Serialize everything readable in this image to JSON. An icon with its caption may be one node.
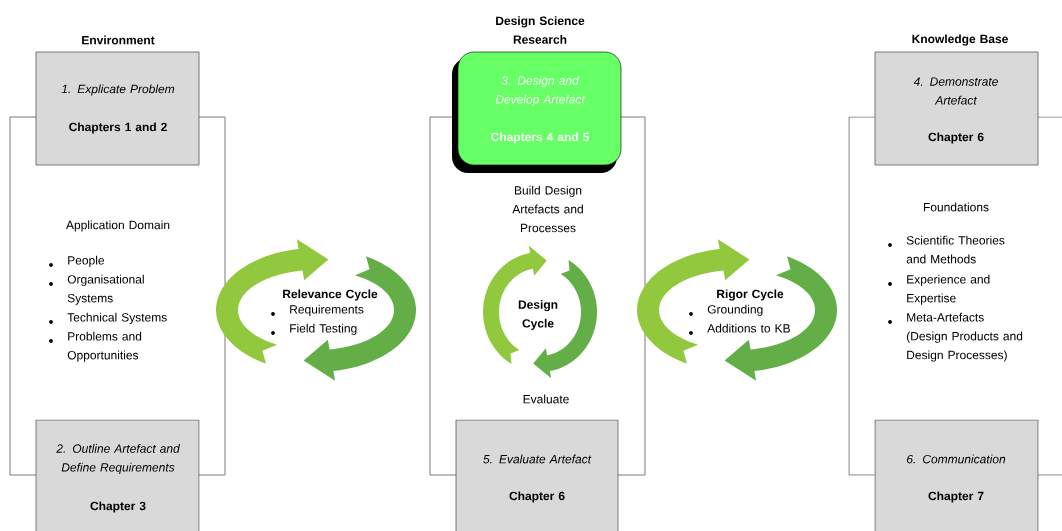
{
  "diagram": {
    "nodes": [
      {
        "text": [
          "Application Domain",
          "People",
          "Organisational Systems",
          "Technical Systems",
          "Problems and Opportunities"
        ]
      },
      {
        "text": [
          "1. Explicate Problem",
          "Chapters 1 and 2"
        ]
      },
      {
        "text": [
          "2. Outline Artefact and Define Requirements",
          "Chapter 3"
        ]
      },
      {
        "text": [
          "Relevance Cycle",
          "Requirements",
          "Field Testing"
        ]
      },
      {
        "text": [
          "Build Design Artefacts and Processes",
          "Evaluate"
        ]
      },
      {
        "text": [
          "3. Design and Develop Artefact",
          "Chapters 4 and 5"
        ]
      },
      {
        "text": [
          "Design Cycle"
        ],
        "in": 4
      },
      {
        "text": [
          "5. Evaluate Artefact",
          "Chapter 6"
        ]
      },
      {
        "text": [
          "Rigor Cycle",
          "Grounding",
          "Additions to KB"
        ]
      },
      {
        "text": [
          "Foundations",
          "Scientific Theories and Methods",
          "Experience and Expertise",
          "Meta-Artefacts (Design Products and Design Processes)"
        ]
      },
      {
        "text": [
          "4. Demonstrate Artefact",
          "Chapter 6"
        ]
      },
      {
        "text": [
          "6. Communication",
          "Chapter 7"
        ]
      }
    ],
    "labels": [
      "Environment",
      "Design Science Research",
      "Knowledge Base"
    ]
  }
}
